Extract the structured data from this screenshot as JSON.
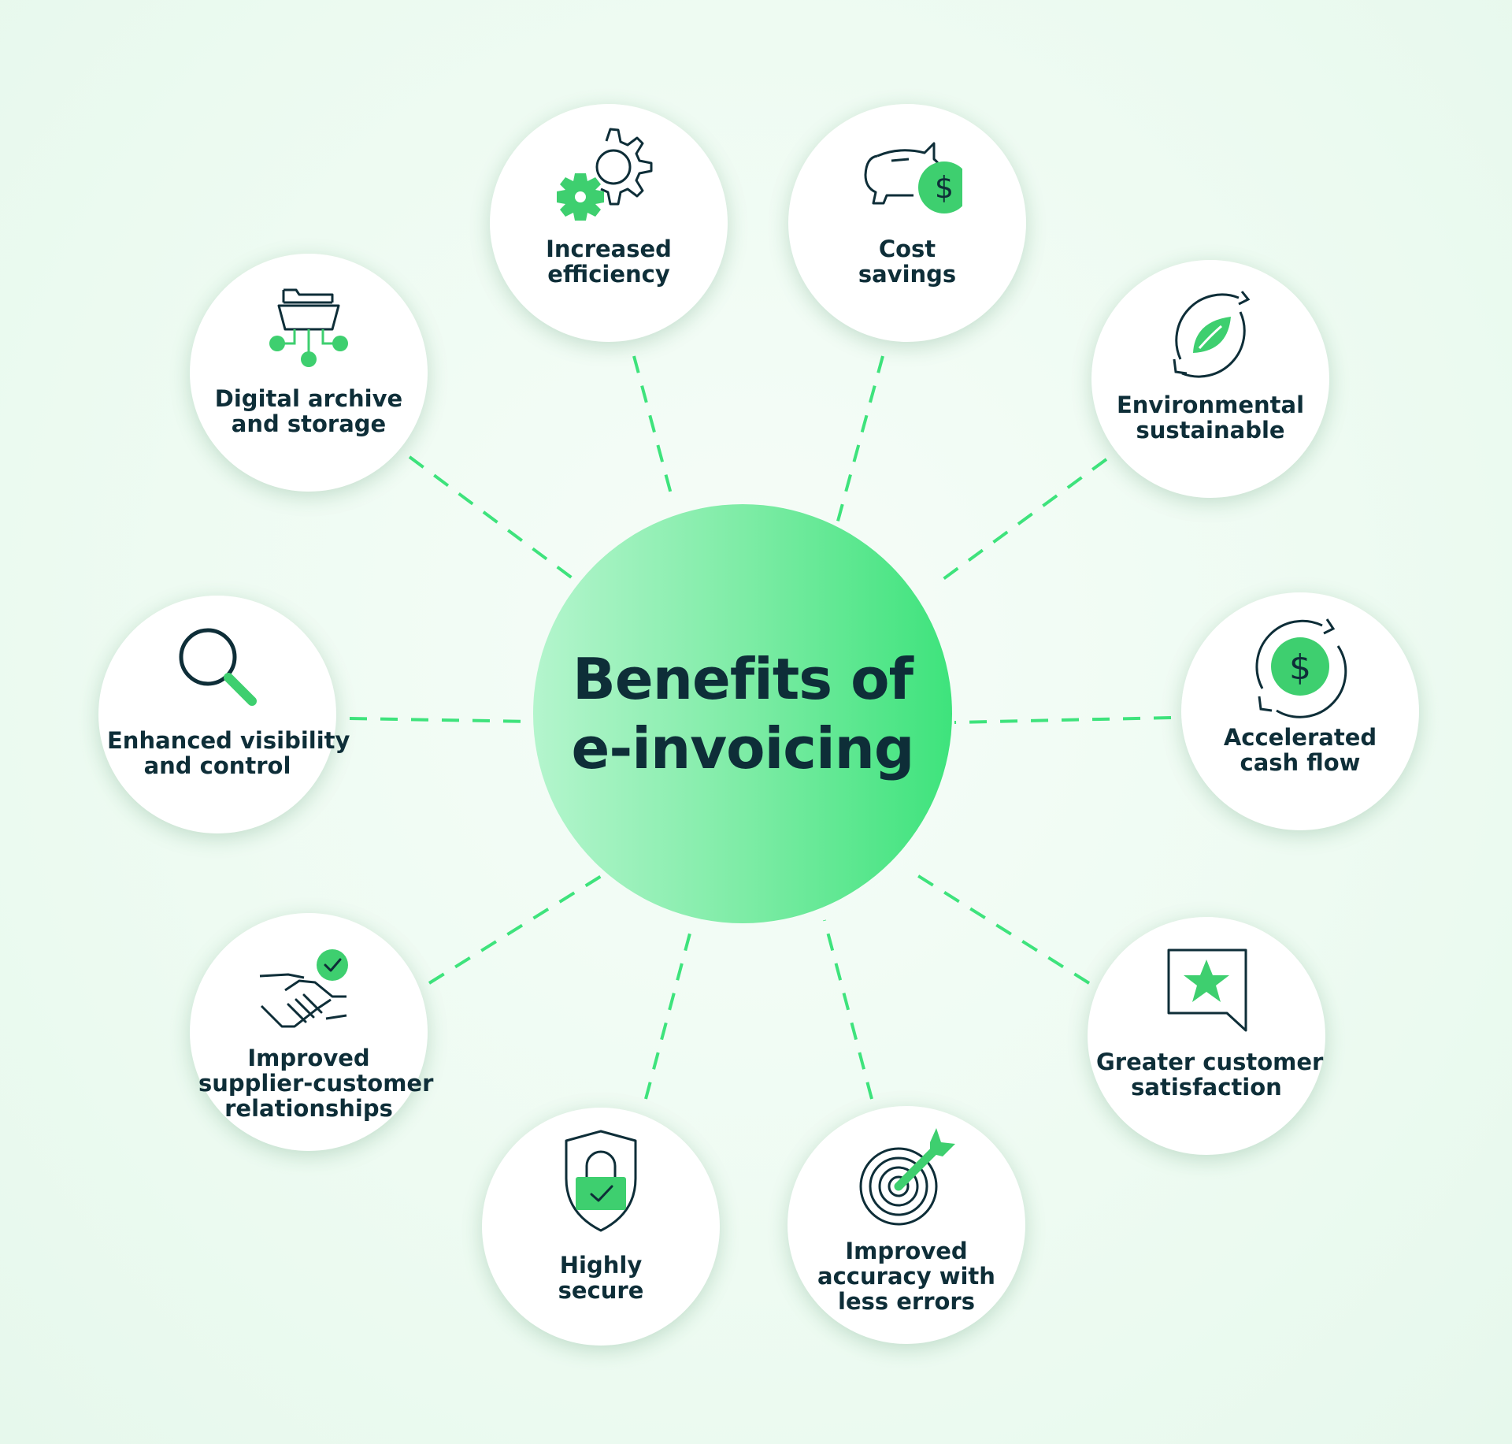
{
  "diagram": {
    "title_line1": "Benefits of",
    "title_line2": "e-invoicing",
    "colors": {
      "accent": "#3ee37c",
      "text": "#0e2e38",
      "connector": "#3ee37c",
      "background": "#eefbf2"
    },
    "benefits": [
      {
        "icon": "gears-icon",
        "lines": [
          "Increased",
          "efficiency"
        ]
      },
      {
        "icon": "piggy-bank-icon",
        "lines": [
          "Cost",
          "savings"
        ]
      },
      {
        "icon": "leaf-cycle-icon",
        "lines": [
          "Environmental",
          "sustainable"
        ]
      },
      {
        "icon": "cash-cycle-icon",
        "lines": [
          "Accelerated",
          "cash flow"
        ]
      },
      {
        "icon": "star-speech-bubble-icon",
        "lines": [
          "Greater customer",
          "satisfaction"
        ]
      },
      {
        "icon": "target-dart-icon",
        "lines": [
          "Improved",
          "accuracy with",
          "less errors"
        ]
      },
      {
        "icon": "shield-lock-icon",
        "lines": [
          "Highly",
          "secure"
        ]
      },
      {
        "icon": "handshake-check-icon",
        "lines": [
          "Improved",
          "supplier-customer",
          "relationships"
        ]
      },
      {
        "icon": "magnifier-icon",
        "lines": [
          "Enhanced visibility",
          "and control"
        ]
      },
      {
        "icon": "archive-folder-icon",
        "lines": [
          "Digital archive",
          "and storage"
        ]
      }
    ]
  }
}
